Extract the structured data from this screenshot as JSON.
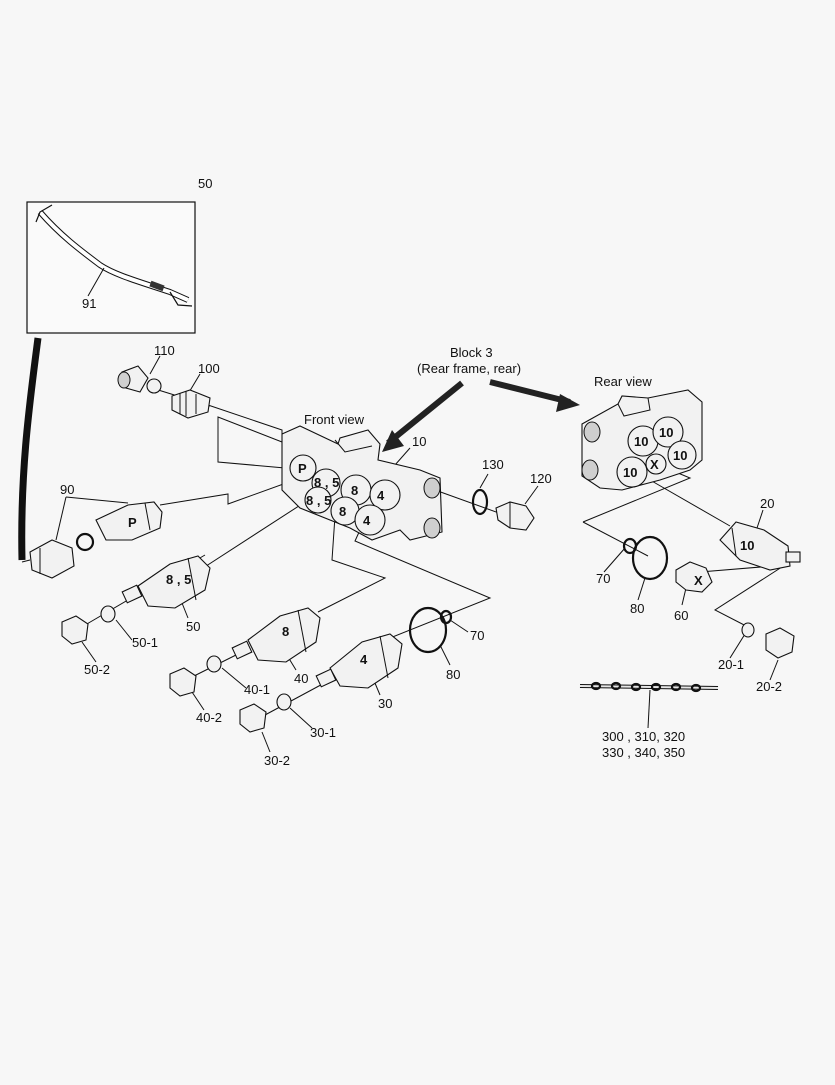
{
  "labels": {
    "l50_top": "50",
    "l91": "91",
    "l110": "110",
    "l100": "100",
    "front_view": "Front view",
    "block_title": "Block 3",
    "block_sub": "(Rear frame, rear)",
    "rear_view": "Rear view",
    "l10_front": "10",
    "l130": "130",
    "l120": "120",
    "l90": "90",
    "l50": "50",
    "l50_1": "50-1",
    "l50_2": "50-2",
    "l40": "40",
    "l40_1": "40-1",
    "l40_2": "40-2",
    "l30": "30",
    "l30_1": "30-1",
    "l30_2": "30-2",
    "l80_left": "80",
    "l70_left": "70",
    "l20": "20",
    "l70_right": "70",
    "l80_right": "80",
    "l60": "60",
    "l20_1": "20-1",
    "l20_2": "20-2",
    "kit_line1": "300 , 310, 320",
    "kit_line2": "330 , 340, 350"
  },
  "ports": {
    "front_p": "P",
    "front_85": "8 , 5",
    "front_8a": "8",
    "front_4a": "4",
    "front_85b": "8 , 5",
    "front_8b": "8",
    "front_4b": "4",
    "rear_10a": "10",
    "rear_10b": "10",
    "rear_10c": "10",
    "rear_x": "X",
    "rear_10d": "10",
    "valve_p": "P",
    "valve_85": "8 , 5",
    "valve_8": "8",
    "valve_4": "4",
    "valve_10": "10",
    "plug_x": "X"
  }
}
